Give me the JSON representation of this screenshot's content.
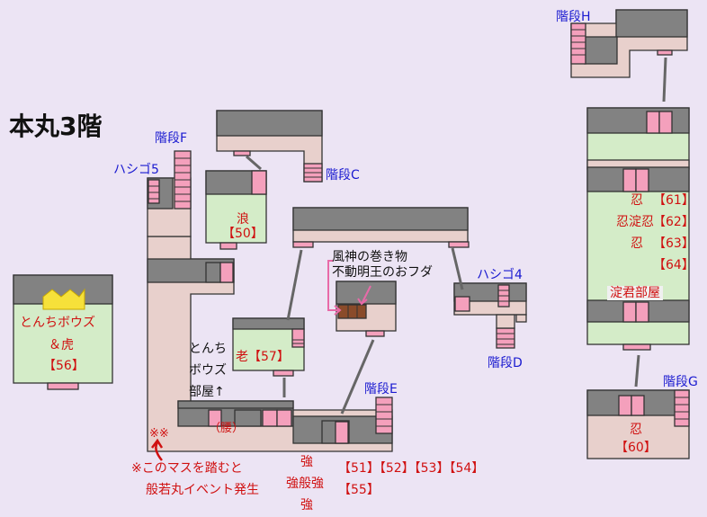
{
  "map": {
    "title": "本丸3階",
    "stairs": {
      "f": "階段F",
      "c": "階段C",
      "e": "階段E",
      "d": "階段D",
      "g": "階段G",
      "h": "階段H"
    },
    "ladders": {
      "five": "ハシゴ5",
      "four": "ハシゴ4"
    },
    "rooms": {
      "tonchi": {
        "line1": "とんちボウズ",
        "line2": "＆虎",
        "line3": "【56】"
      },
      "nami": {
        "line1": "浪",
        "line2": "【50】"
      },
      "rou": "老【57】",
      "koshi": "（腰）",
      "shinobi60": {
        "line1": "忍",
        "line2": "【60】"
      },
      "yodogimi": "淀君部屋"
    },
    "notes": {
      "scroll1": "風神の巻き物",
      "scroll2": "不動明王のおフダ",
      "tonchi_room1": "とんち",
      "tonchi_room2": "ボウズ",
      "tonchi_room3": "部屋↑",
      "marks": "※※",
      "event1": "※このマスを踏むと",
      "event2": "般若丸イベント発生"
    },
    "enemies": {
      "strong1": "強",
      "strong2": "強般強",
      "strong3": "強",
      "nums1": "【51】【52】【53】【54】",
      "nums2": "【55】",
      "row1_a": "忍",
      "row1_b": "【61】",
      "row2_a": "忍淀忍",
      "row2_b": "【62】",
      "row3_a": "忍",
      "row3_b": "【63】",
      "row4_b": "【64】"
    },
    "colors": {
      "background": "#ece4f4",
      "corridor": "#e8d0cc",
      "wall": "#828282",
      "room": "#d4ecc8",
      "door": "#f4a0bc",
      "label_blue": "#1a1ad0",
      "label_red": "#d01010"
    }
  }
}
